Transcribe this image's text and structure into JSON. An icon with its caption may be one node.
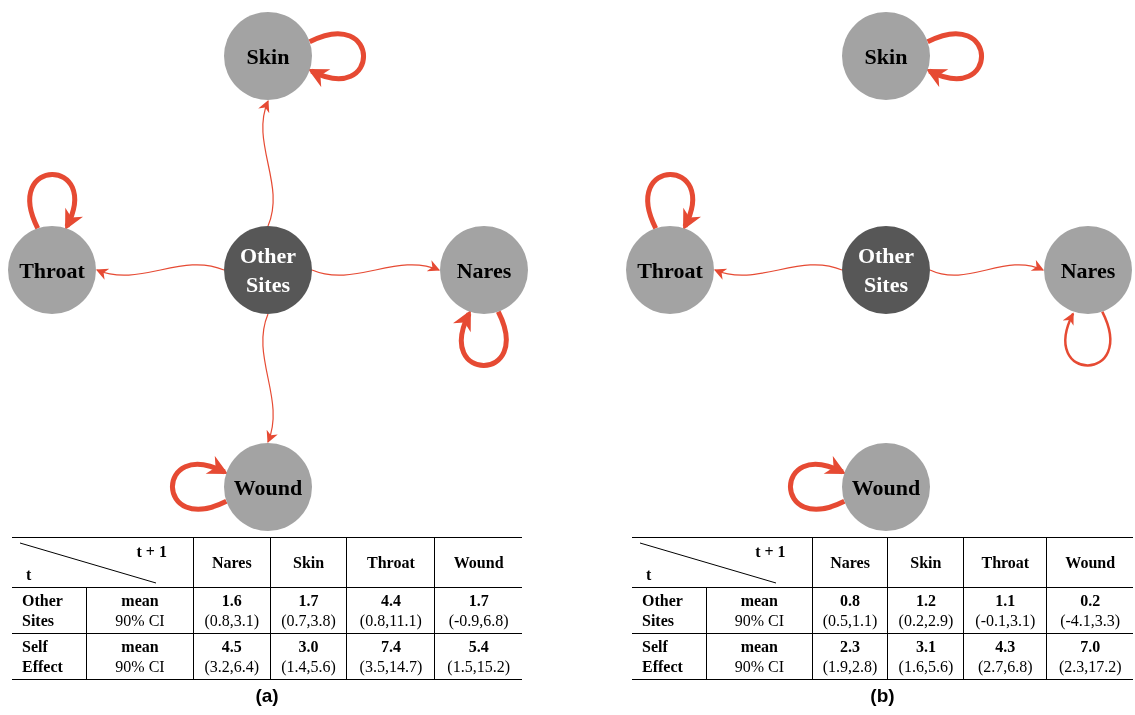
{
  "diagram": {
    "nodes": [
      {
        "text": [
          "Skin"
        ]
      },
      {
        "text": [
          "Throat"
        ]
      },
      {
        "text": [
          "Other Sites"
        ]
      },
      {
        "text": [
          "Nares"
        ]
      },
      {
        "text": [
          "Wound"
        ]
      },
      {
        "text": [
          "Skin"
        ]
      },
      {
        "text": [
          "Throat"
        ]
      },
      {
        "text": [
          "Other Sites"
        ]
      },
      {
        "text": [
          "Nares"
        ]
      },
      {
        "text": [
          "Wound"
        ]
      }
    ],
    "edges": [
      {
        "from": 2,
        "to": 0,
        "arrow": "to"
      },
      {
        "from": 2,
        "to": 1,
        "arrow": "to"
      },
      {
        "from": 2,
        "to": 3,
        "arrow": "to"
      },
      {
        "from": 2,
        "to": 4,
        "arrow": "to"
      },
      {
        "from": 0,
        "to": 0,
        "arrow": "to",
        "style": "thick"
      },
      {
        "from": 1,
        "to": 1,
        "arrow": "to",
        "style": "thick"
      },
      {
        "from": 3,
        "to": 3,
        "arrow": "to",
        "style": "thick"
      },
      {
        "from": 4,
        "to": 4,
        "arrow": "to",
        "style": "thick"
      },
      {
        "from": 7,
        "to": 6,
        "arrow": "to"
      },
      {
        "from": 7,
        "to": 8,
        "arrow": "to"
      },
      {
        "from": 5,
        "to": 5,
        "arrow": "to",
        "style": "thick"
      },
      {
        "from": 6,
        "to": 6,
        "arrow": "to",
        "style": "thick"
      },
      {
        "from": 8,
        "to": 8,
        "arrow": "to"
      },
      {
        "from": 9,
        "to": 9,
        "arrow": "to",
        "style": "thick"
      }
    ],
    "labels": [
      "t + 1",
      "t",
      "Nares",
      "Skin",
      "Throat",
      "Wound",
      "Other Sites",
      "mean",
      "90% CI",
      "1.6",
      "(0.8,3.1)",
      "1.7",
      "(0.7,3.8)",
      "4.4",
      "(0.8,11.1)",
      "1.7",
      "(-0.9,6.8)",
      "Self Effect",
      "mean",
      "90% CI",
      "4.5",
      "(3.2,6.4)",
      "3.0",
      "(1.4,5.6)",
      "7.4",
      "(3.5,14.7)",
      "5.4",
      "(1.5,15.2)",
      "(a)",
      "t + 1",
      "t",
      "Nares",
      "Skin",
      "Throat",
      "Wound",
      "Other Sites",
      "mean",
      "90% CI",
      "0.8",
      "(0.5,1.1)",
      "1.2",
      "(0.2,2.9)",
      "1.1",
      "(-0.1,3.1)",
      "0.2",
      "(-4.1,3.3)",
      "Self Effect",
      "mean",
      "90% CI",
      "2.3",
      "(1.9,2.8)",
      "3.1",
      "(1.6,5.6)",
      "4.3",
      "(2.7,6.8)",
      "7.0",
      "(2.3,17.2)",
      "(b)"
    ]
  }
}
